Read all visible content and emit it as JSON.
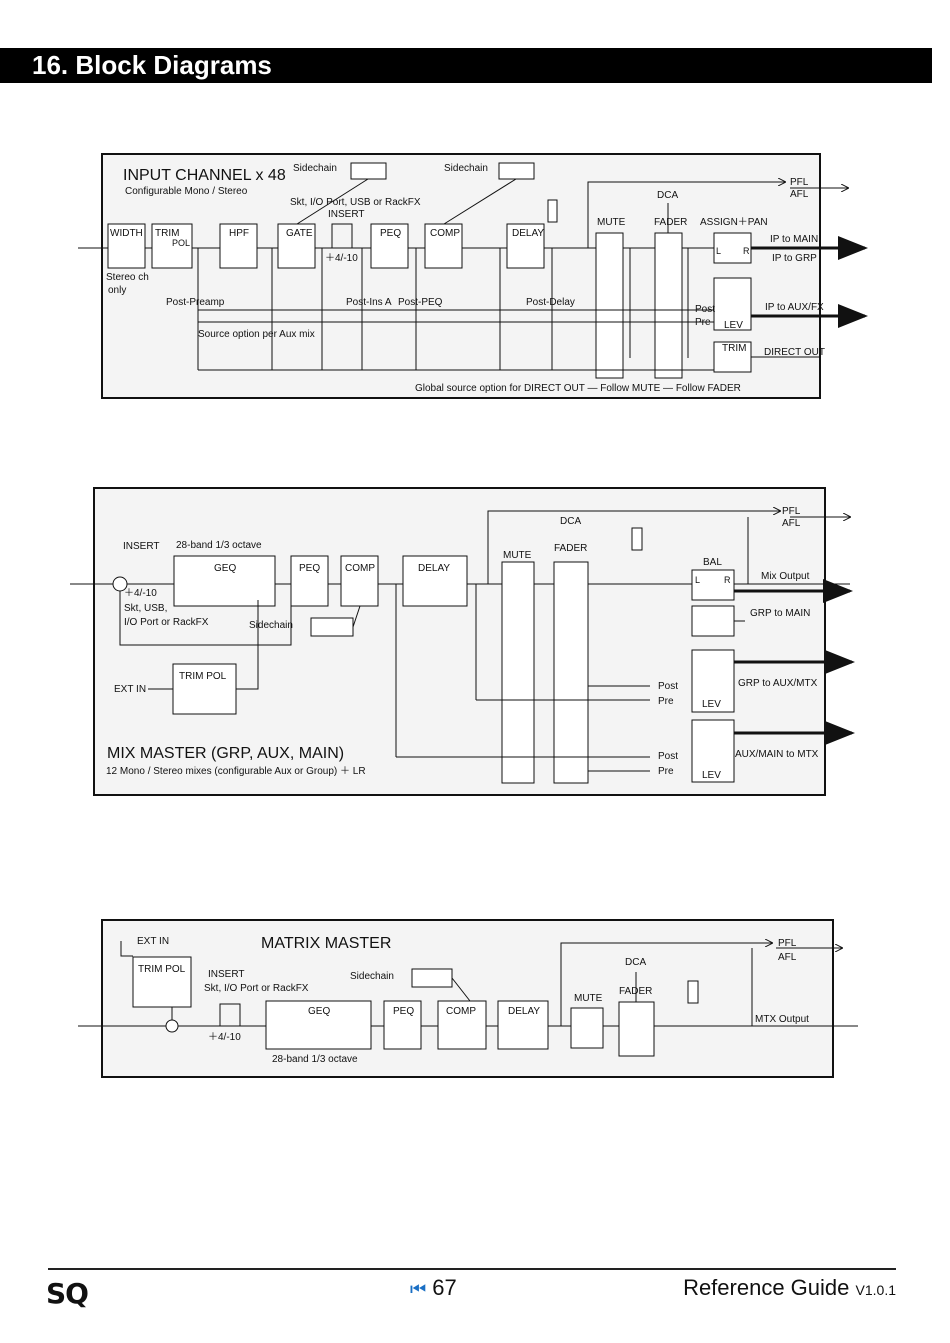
{
  "page": {
    "title": "16. Block Diagrams"
  },
  "input_channel": {
    "title": "INPUT CHANNEL x 48",
    "subtitle": "Configurable Mono / Stereo",
    "sidechain_1": "Sidechain",
    "sidechain_2": "Sidechain",
    "insert_source": "Skt, I/O Port, USB or RackFX",
    "insert": "INSERT",
    "width": "WIDTH",
    "trim": "TRIM",
    "pol": "POL",
    "hpf": "HPF",
    "gate": "GATE",
    "peq": "PEQ",
    "comp": "COMP",
    "delay": "DELAY",
    "dca": "DCA",
    "mute": "MUTE",
    "fader": "FADER",
    "assign_pan": "ASSIGN＋PAN",
    "pfl": "PFL",
    "afl": "AFL",
    "ip_to_main": "IP to MAIN",
    "ip_to_grp": "IP to GRP",
    "ip_to_auxfx": "IP to AUX/FX",
    "direct_out": "DIRECT OUT",
    "trim_out": "TRIM",
    "lev": "LEV",
    "post": "Post",
    "pre": "Pre",
    "l": "L",
    "r": "R",
    "insert_level": "＋4/-10",
    "stereo_ch": "Stereo ch",
    "only": "only",
    "post_preamp": "Post-Preamp",
    "post_ins_a": "Post-Ins A",
    "post_peq": "Post-PEQ",
    "post_delay": "Post-Delay",
    "source_option": "Source option per Aux mix",
    "global_source": "Global source option for DIRECT OUT — Follow MUTE — Follow FADER"
  },
  "mix_master": {
    "title": "MIX MASTER   (GRP, AUX, MAIN)",
    "subtitle": "12 Mono / Stereo mixes (configurable Aux or Group) ＋ LR",
    "insert": "INSERT",
    "geq_band": "28-band 1/3 octave",
    "geq": "GEQ",
    "peq": "PEQ",
    "comp": "COMP",
    "delay": "DELAY",
    "dca": "DCA",
    "mute": "MUTE",
    "fader": "FADER",
    "pfl": "PFL",
    "afl": "AFL",
    "bal": "BAL",
    "mix_output": "Mix Output",
    "grp_to_main": "GRP to MAIN",
    "grp_to_aux_mtx": "GRP to AUX/MTX",
    "aux_main_to_mtx": "AUX/MAIN to MTX",
    "insert_level": "＋4/-10",
    "insert_source_1": "Skt, USB,",
    "insert_source_2": "I/O Port or RackFX",
    "sidechain": "Sidechain",
    "trim_pol": "TRIM POL",
    "ext_in": "EXT IN",
    "lev": "LEV",
    "post": "Post",
    "pre": "Pre",
    "l": "L",
    "r": "R"
  },
  "matrix_master": {
    "title": "MATRIX MASTER",
    "ext_in": "EXT IN",
    "trim_pol": "TRIM POL",
    "insert": "INSERT",
    "insert_source": "Skt, I/O Port or RackFX",
    "sidechain": "Sidechain",
    "geq": "GEQ",
    "peq": "PEQ",
    "comp": "COMP",
    "delay": "DELAY",
    "mute": "MUTE",
    "dca": "DCA",
    "fader": "FADER",
    "pfl": "PFL",
    "afl": "AFL",
    "mtx_output": "MTX Output",
    "insert_level": "＋4/-10",
    "geq_band": "28-band 1/3 octave"
  },
  "footer": {
    "logo": "SQ",
    "page_number": "67",
    "guide": "Reference Guide",
    "version": "V1.0.1"
  }
}
